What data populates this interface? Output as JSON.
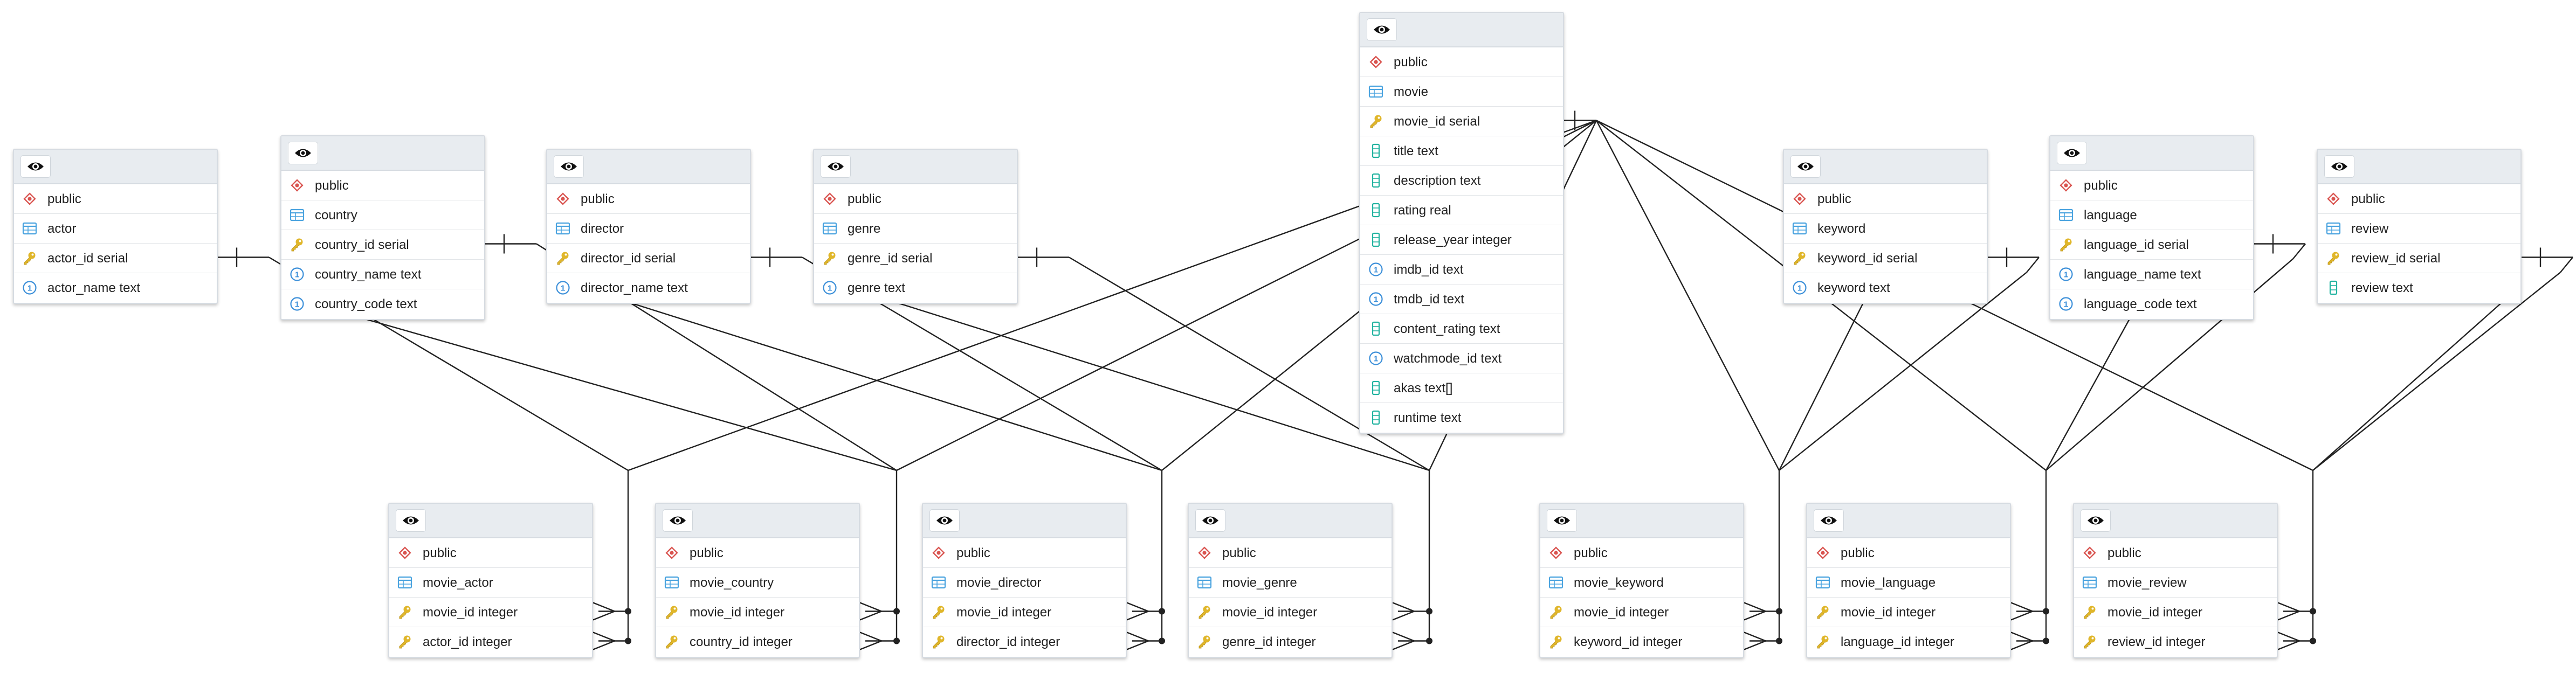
{
  "colors": {
    "schema": "#d9534f",
    "table": "#4aa3df",
    "key": "#e0b62a",
    "col_text": "#22b3a0",
    "col_other": "#3b8fd9",
    "edge": "#222222"
  },
  "tables": [
    {
      "id": "actor",
      "schema": "public",
      "name": "actor",
      "columns": [
        {
          "label": "actor_id serial",
          "icon": "key-icon"
        },
        {
          "label": "actor_name text",
          "icon": "info-icon"
        }
      ]
    },
    {
      "id": "country",
      "schema": "public",
      "name": "country",
      "columns": [
        {
          "label": "country_id serial",
          "icon": "key-icon"
        },
        {
          "label": "country_name text",
          "icon": "info-icon"
        },
        {
          "label": "country_code text",
          "icon": "info-icon"
        }
      ]
    },
    {
      "id": "director",
      "schema": "public",
      "name": "director",
      "columns": [
        {
          "label": "director_id serial",
          "icon": "key-icon"
        },
        {
          "label": "director_name text",
          "icon": "info-icon"
        }
      ]
    },
    {
      "id": "genre",
      "schema": "public",
      "name": "genre",
      "columns": [
        {
          "label": "genre_id serial",
          "icon": "key-icon"
        },
        {
          "label": "genre text",
          "icon": "info-icon"
        }
      ]
    },
    {
      "id": "movie",
      "schema": "public",
      "name": "movie",
      "columns": [
        {
          "label": "movie_id serial",
          "icon": "key-icon"
        },
        {
          "label": "title text",
          "icon": "column-icon"
        },
        {
          "label": "description text",
          "icon": "column-icon"
        },
        {
          "label": "rating real",
          "icon": "column-icon"
        },
        {
          "label": "release_year integer",
          "icon": "column-icon"
        },
        {
          "label": "imdb_id text",
          "icon": "info-icon"
        },
        {
          "label": "tmdb_id text",
          "icon": "info-icon"
        },
        {
          "label": "content_rating text",
          "icon": "column-icon"
        },
        {
          "label": "watchmode_id text",
          "icon": "info-icon"
        },
        {
          "label": "akas text[]",
          "icon": "column-icon"
        },
        {
          "label": "runtime text",
          "icon": "column-icon"
        }
      ]
    },
    {
      "id": "keyword",
      "schema": "public",
      "name": "keyword",
      "columns": [
        {
          "label": "keyword_id serial",
          "icon": "key-icon"
        },
        {
          "label": "keyword text",
          "icon": "info-icon"
        }
      ]
    },
    {
      "id": "language",
      "schema": "public",
      "name": "language",
      "columns": [
        {
          "label": "language_id serial",
          "icon": "key-icon"
        },
        {
          "label": "language_name text",
          "icon": "info-icon"
        },
        {
          "label": "language_code text",
          "icon": "info-icon"
        }
      ]
    },
    {
      "id": "review",
      "schema": "public",
      "name": "review",
      "columns": [
        {
          "label": "review_id serial",
          "icon": "key-icon"
        },
        {
          "label": "review text",
          "icon": "column-icon"
        }
      ]
    },
    {
      "id": "movie_actor",
      "schema": "public",
      "name": "movie_actor",
      "columns": [
        {
          "label": "movie_id integer",
          "icon": "key-icon"
        },
        {
          "label": "actor_id integer",
          "icon": "key-icon"
        }
      ]
    },
    {
      "id": "movie_country",
      "schema": "public",
      "name": "movie_country",
      "columns": [
        {
          "label": "movie_id integer",
          "icon": "key-icon"
        },
        {
          "label": "country_id integer",
          "icon": "key-icon"
        }
      ]
    },
    {
      "id": "movie_director",
      "schema": "public",
      "name": "movie_director",
      "columns": [
        {
          "label": "movie_id integer",
          "icon": "key-icon"
        },
        {
          "label": "director_id integer",
          "icon": "key-icon"
        }
      ]
    },
    {
      "id": "movie_genre",
      "schema": "public",
      "name": "movie_genre",
      "columns": [
        {
          "label": "movie_id integer",
          "icon": "key-icon"
        },
        {
          "label": "genre_id integer",
          "icon": "key-icon"
        }
      ]
    },
    {
      "id": "movie_keyword",
      "schema": "public",
      "name": "movie_keyword",
      "columns": [
        {
          "label": "movie_id integer",
          "icon": "key-icon"
        },
        {
          "label": "keyword_id integer",
          "icon": "key-icon"
        }
      ]
    },
    {
      "id": "movie_language",
      "schema": "public",
      "name": "movie_language",
      "columns": [
        {
          "label": "movie_id integer",
          "icon": "key-icon"
        },
        {
          "label": "language_id integer",
          "icon": "key-icon"
        }
      ]
    },
    {
      "id": "movie_review",
      "schema": "public",
      "name": "movie_review",
      "columns": [
        {
          "label": "movie_id integer",
          "icon": "key-icon"
        },
        {
          "label": "review_id integer",
          "icon": "key-icon"
        }
      ]
    }
  ],
  "relations": [
    {
      "from": "actor",
      "to": "movie_actor",
      "to_col": "actor_id integer"
    },
    {
      "from": "movie",
      "to": "movie_actor",
      "to_col": "movie_id integer"
    },
    {
      "from": "country",
      "to": "movie_country",
      "to_col": "country_id integer"
    },
    {
      "from": "movie",
      "to": "movie_country",
      "to_col": "movie_id integer"
    },
    {
      "from": "director",
      "to": "movie_director",
      "to_col": "director_id integer"
    },
    {
      "from": "movie",
      "to": "movie_director",
      "to_col": "movie_id integer"
    },
    {
      "from": "genre",
      "to": "movie_genre",
      "to_col": "genre_id integer"
    },
    {
      "from": "movie",
      "to": "movie_genre",
      "to_col": "movie_id integer"
    },
    {
      "from": "movie",
      "to": "movie_keyword",
      "to_col": "movie_id integer"
    },
    {
      "from": "keyword",
      "to": "movie_keyword",
      "to_col": "keyword_id integer"
    },
    {
      "from": "movie",
      "to": "movie_language",
      "to_col": "movie_id integer"
    },
    {
      "from": "language",
      "to": "movie_language",
      "to_col": "language_id integer"
    },
    {
      "from": "movie",
      "to": "movie_review",
      "to_col": "movie_id integer"
    },
    {
      "from": "review",
      "to": "movie_review",
      "to_col": "review_id integer"
    }
  ]
}
